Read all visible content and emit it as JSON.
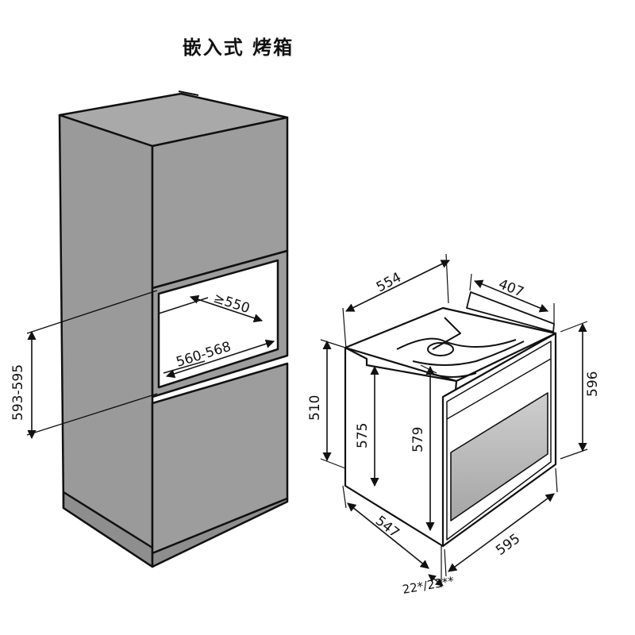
{
  "title": "嵌入式 烤箱",
  "dimensions": {
    "niche_depth": "≥550",
    "niche_width": "560-568",
    "niche_height": "593-595",
    "oven_top_depth": "554",
    "oven_top_width": "407",
    "oven_height_left": "510",
    "oven_inner_height": "575",
    "oven_front_height": "579",
    "oven_total_height": "596",
    "oven_depth": "547",
    "oven_width": "595",
    "front_offset": "22*/23**"
  },
  "colors": {
    "cabinet_fill": "#9e9e9e",
    "cabinet_dark": "#8a8a8a",
    "cabinet_light": "#b3b3b3",
    "line": "#111111",
    "oven_body": "#ffffff",
    "oven_window": "#b5b5b5"
  }
}
